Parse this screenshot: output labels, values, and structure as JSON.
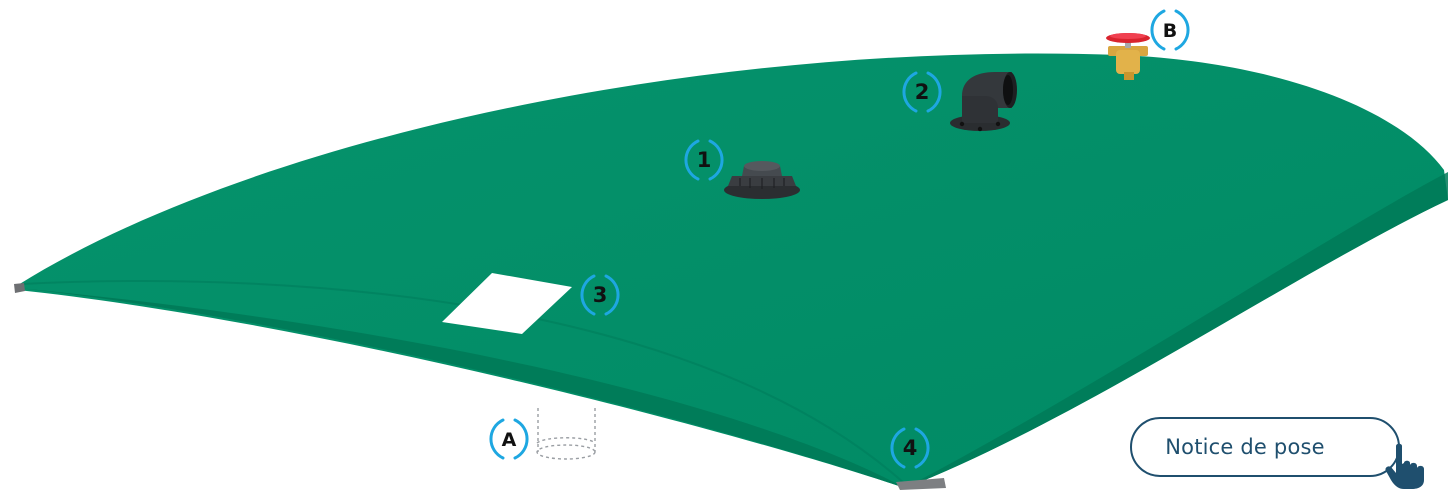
{
  "colors": {
    "tank_green": "#00906a",
    "tank_edge": "#00785a",
    "callout_blue": "#1ea7e1",
    "button_navy": "#1f4f6e",
    "fitting_dark": "#2e3135",
    "valve_red": "#d9232e",
    "valve_brass": "#e2b24a"
  },
  "callouts": {
    "c1": "1",
    "c2": "2",
    "c3": "3",
    "c4": "4",
    "cA": "A",
    "cB": "B"
  },
  "notice_button": {
    "label": "Notice de pose",
    "icon": "hand-pointer-icon"
  }
}
